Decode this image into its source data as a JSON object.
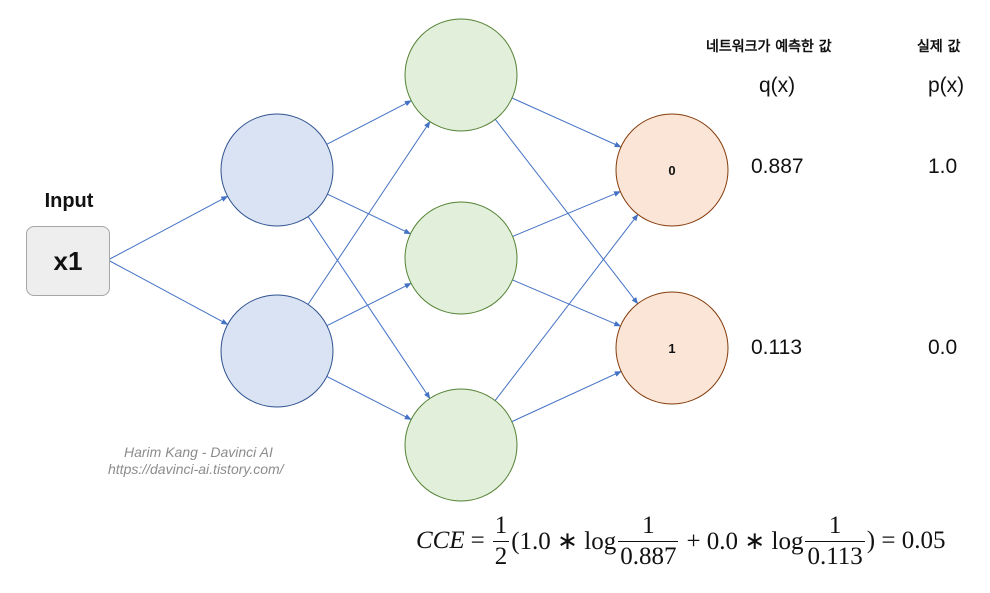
{
  "input": {
    "title": "Input",
    "value": "x1"
  },
  "output_nodes": [
    {
      "label": "0"
    },
    {
      "label": "1"
    }
  ],
  "table": {
    "predicted_header": "네트워크가 예측한 값",
    "actual_header": "실제 값",
    "q_symbol": "q(x)",
    "p_symbol": "p(x)",
    "rows": [
      {
        "q": "0.887",
        "p": "1.0"
      },
      {
        "q": "0.113",
        "p": "0.0"
      }
    ]
  },
  "watermark": {
    "author": "Harim Kang - Davinci AI",
    "url": "https://davinci-ai.tistory.com/"
  },
  "formula": {
    "lhs": "CCE",
    "eq": "=",
    "half_num": "1",
    "half_den": "2",
    "open": "(1.0 ∗ log",
    "frac1_num": "1",
    "frac1_den": "0.887",
    "mid": "+ 0.0 ∗ log",
    "frac2_num": "1",
    "frac2_den": "0.113",
    "close": ") = 0.05"
  },
  "colors": {
    "edge": "#4472c4",
    "hidden1_fill": "#dae3f3",
    "hidden1_stroke": "#2f528f",
    "hidden2_fill": "#e2efda",
    "hidden2_stroke": "#548235",
    "output_fill": "#fbe5d6",
    "output_stroke": "#843c0c"
  }
}
